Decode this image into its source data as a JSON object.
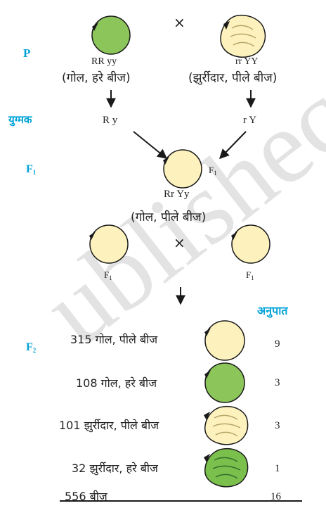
{
  "colors": {
    "label_accent": "#00a3d9",
    "green_seed": "#8cc65a",
    "yellow_seed": "#fdf2bd",
    "arrow": "#1a1a1a"
  },
  "watermark": {
    "text": "ublishec"
  },
  "generations": {
    "p": "P",
    "gametes": "युग्मक",
    "f1": "F",
    "f1_sub": "1",
    "f2": "F",
    "f2_sub": "2"
  },
  "cross_symbol": "×",
  "parents": {
    "left": {
      "genotype": "RR yy",
      "phenotype": "(गोल, हरे बीज)"
    },
    "right": {
      "genotype": "rr YY",
      "phenotype": "(झुर्रीदार, पीले बीज)"
    }
  },
  "gametes": {
    "left": "R y",
    "right": "r Y"
  },
  "f1": {
    "label": "F",
    "label_sub": "1",
    "genotype": "Rr Yy",
    "phenotype": "(गोल, पीले बीज)"
  },
  "f1_cross": {
    "left_label": "F",
    "left_sub": "1",
    "right_label": "F",
    "right_sub": "1"
  },
  "ratio_header": "अनुपात",
  "f2_rows": [
    {
      "text": "315 गोल, पीले बीज",
      "ratio": "9",
      "seed": "yellow-round-seed"
    },
    {
      "text": "108 गोल, हरे बीज",
      "ratio": "3",
      "seed": "green-round-seed"
    },
    {
      "text": "101 झुर्रीदार, पीले बीज",
      "ratio": "3",
      "seed": "yellow-wrinkled-seed"
    },
    {
      "text": "32 झुर्रीदार, हरे बीज",
      "ratio": "1",
      "seed": "green-wrinkled-seed"
    }
  ],
  "total": {
    "text": "556 बीज",
    "ratio": "16"
  }
}
